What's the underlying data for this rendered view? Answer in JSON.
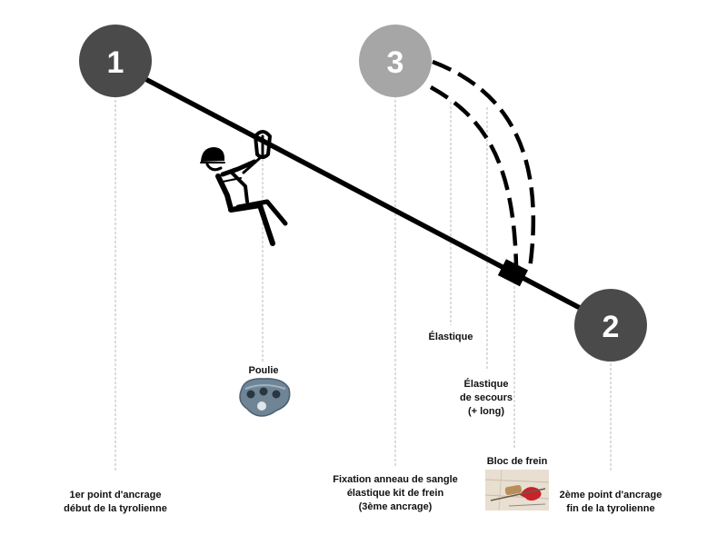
{
  "anchors": [
    {
      "number": "1",
      "color": "#4a4a4a"
    },
    {
      "number": "2",
      "color": "#4a4a4a"
    },
    {
      "number": "3",
      "color": "#a6a6a6"
    }
  ],
  "labels": {
    "anchor1": [
      "1er point d'ancrage",
      "début de la tyrolienne"
    ],
    "anchor2": [
      "2ème point d'ancrage",
      "fin de la tyrolienne"
    ],
    "anchor3": [
      "Fixation anneau de sangle",
      "élastique kit de frein",
      "(3ème ancrage)"
    ],
    "pulley": "Poulie",
    "elastic": "Élastique",
    "backup_elastic": [
      "Élastique",
      "de secours",
      "(+ long)"
    ],
    "brake_block": "Bloc de frein"
  },
  "icons": {
    "rider": "zipline-rider-icon",
    "pulley": "pulley-photo-icon",
    "brake": "brake-block-photo-icon"
  },
  "colors": {
    "cable": "#000000",
    "guide": "#b8b8b8",
    "pulley_metal": "#6f8596"
  }
}
